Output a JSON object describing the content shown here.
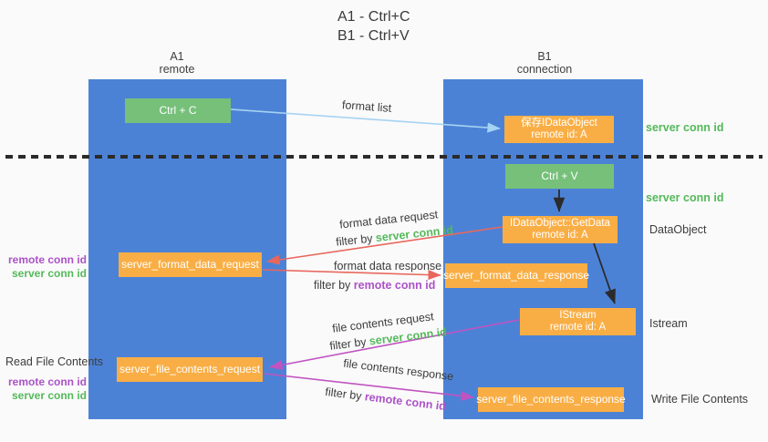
{
  "title": {
    "line1": "A1 - Ctrl+C",
    "line2": "B1 - Ctrl+V"
  },
  "lanes": {
    "a1": {
      "name": "A1",
      "role": "remote"
    },
    "b1": {
      "name": "B1",
      "role": "connection"
    }
  },
  "nodes": {
    "ctrl_c": {
      "label": "Ctrl + C"
    },
    "ctrl_v": {
      "label": "Ctrl + V"
    },
    "save_idataobject": {
      "line1": "保存IDataObject",
      "line2": "remote id: A"
    },
    "getdata": {
      "line1": "IDataObject::GetData",
      "line2": "remote id: A"
    },
    "istream": {
      "line1": "IStream",
      "line2": "remote id: A"
    },
    "server_format_data_request": {
      "label": "server_format_data_request"
    },
    "server_format_data_response": {
      "label": "server_format_data_response"
    },
    "server_file_contents_request": {
      "label": "server_file_contents_request"
    },
    "server_file_contents_response": {
      "label": "server_file_contents_response"
    }
  },
  "edge_labels": {
    "format_list": "format list",
    "format_data_request": "format data request",
    "format_data_response": "format data response",
    "file_contents_request": "file contents request",
    "file_contents_response": "file contents response",
    "filter_by": "filter by ",
    "server_conn_id": "server conn id",
    "remote_conn_id": "remote conn id"
  },
  "side_labels": {
    "server_conn_id": "server conn id",
    "remote_conn_id": "remote conn id",
    "dataobject": "DataObject",
    "istream": "Istream",
    "read_file_contents": "Read File Contents",
    "write_file_contents": "Write File Contents"
  },
  "colors": {
    "lane_blue": "#4C82D6",
    "box_green": "#76C07A",
    "box_orange": "#F9AE45",
    "text_dark": "#3C3C3C",
    "green_id": "#54B95A",
    "purple_id": "#AC52C8",
    "arrow_red": "#E8675D",
    "arrow_magenta": "#C153C1",
    "arrow_lightblue": "#A6D3F2",
    "arrow_black": "#2B2B2B",
    "background": "#FAFAFA"
  }
}
